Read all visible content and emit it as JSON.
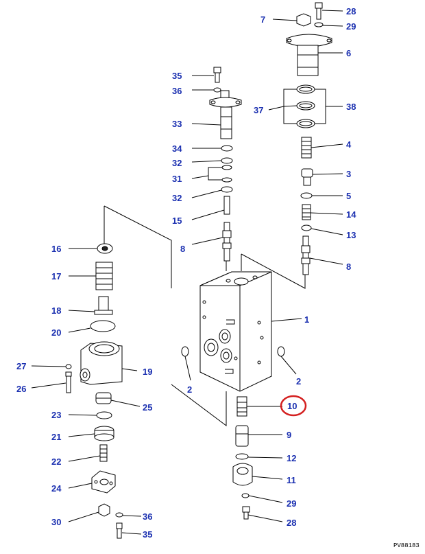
{
  "diagram": {
    "code": "PV88183",
    "highlight_color": "#d42020",
    "label_color": "#1a2fb0",
    "parts": [
      {
        "key": "28a",
        "label": "28"
      },
      {
        "key": "7",
        "label": "7"
      },
      {
        "key": "29a",
        "label": "29"
      },
      {
        "key": "6",
        "label": "6"
      },
      {
        "key": "35a",
        "label": "35"
      },
      {
        "key": "36a",
        "label": "36"
      },
      {
        "key": "37",
        "label": "37"
      },
      {
        "key": "38",
        "label": "38"
      },
      {
        "key": "33",
        "label": "33"
      },
      {
        "key": "4",
        "label": "4"
      },
      {
        "key": "34",
        "label": "34"
      },
      {
        "key": "32a",
        "label": "32"
      },
      {
        "key": "3",
        "label": "3"
      },
      {
        "key": "31",
        "label": "31"
      },
      {
        "key": "5",
        "label": "5"
      },
      {
        "key": "32b",
        "label": "32"
      },
      {
        "key": "14",
        "label": "14"
      },
      {
        "key": "15",
        "label": "15"
      },
      {
        "key": "13",
        "label": "13"
      },
      {
        "key": "16",
        "label": "16"
      },
      {
        "key": "8a",
        "label": "8"
      },
      {
        "key": "8b",
        "label": "8"
      },
      {
        "key": "17",
        "label": "17"
      },
      {
        "key": "18",
        "label": "18"
      },
      {
        "key": "1",
        "label": "1"
      },
      {
        "key": "20",
        "label": "20"
      },
      {
        "key": "27",
        "label": "27"
      },
      {
        "key": "19",
        "label": "19"
      },
      {
        "key": "2a",
        "label": "2"
      },
      {
        "key": "2b",
        "label": "2"
      },
      {
        "key": "26",
        "label": "26"
      },
      {
        "key": "25",
        "label": "25"
      },
      {
        "key": "10",
        "label": "10"
      },
      {
        "key": "23",
        "label": "23"
      },
      {
        "key": "9",
        "label": "9"
      },
      {
        "key": "21",
        "label": "21"
      },
      {
        "key": "12",
        "label": "12"
      },
      {
        "key": "22",
        "label": "22"
      },
      {
        "key": "11",
        "label": "11"
      },
      {
        "key": "24",
        "label": "24"
      },
      {
        "key": "29b",
        "label": "29"
      },
      {
        "key": "30",
        "label": "30"
      },
      {
        "key": "36b",
        "label": "36"
      },
      {
        "key": "28b",
        "label": "28"
      },
      {
        "key": "35b",
        "label": "35"
      }
    ]
  }
}
